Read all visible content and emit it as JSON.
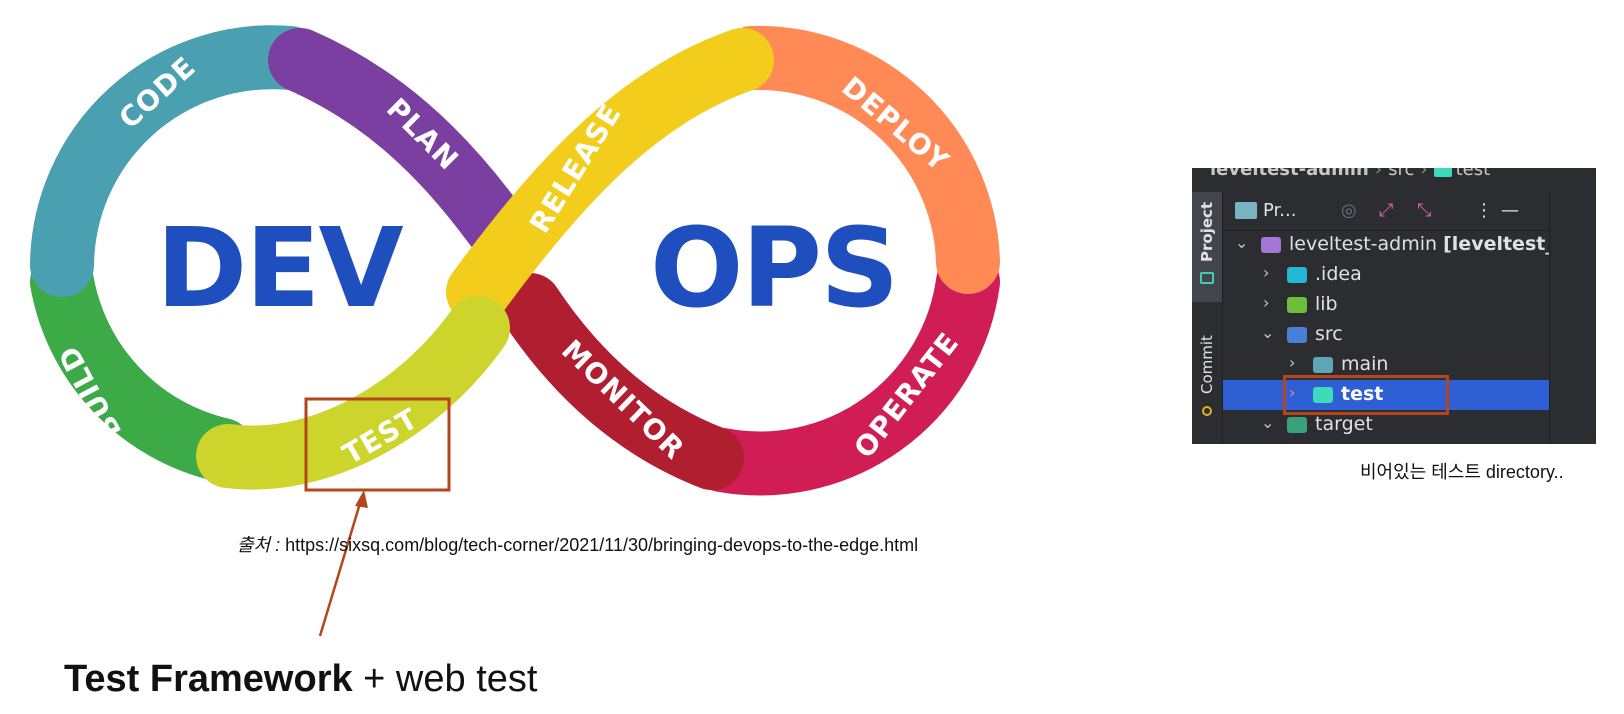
{
  "diagram": {
    "segments": [
      "CODE",
      "PLAN",
      "RELEASE",
      "DEPLOY",
      "BUILD",
      "TEST",
      "MONITOR",
      "OPERATE"
    ],
    "left_word": "DEV",
    "right_word": "OPS",
    "colors": {
      "code": "#4a9fb0",
      "plan": "#7a3fa0",
      "release": "#f2cd1c",
      "deploy": "#ff8a55",
      "build": "#3daa48",
      "test": "#cdd42c",
      "monitor": "#b01e2f",
      "operate": "#d01d55",
      "word": "#1f4fbf",
      "highlight": "#b5451b"
    }
  },
  "source": {
    "prefix": "출처 :",
    "url": "https://sixsq.com/blog/tech-corner/2021/11/30/bringing-devops-to-the-edge.html"
  },
  "bottom_title": {
    "bold": "Test Framework",
    "rest": " + web test"
  },
  "ide": {
    "breadcrumb": [
      "leveltest-admin",
      "src",
      "test"
    ],
    "stripe_tabs": [
      "Project",
      "Commit"
    ],
    "toolbar": {
      "title": "Pr...",
      "icons": [
        "target-icon",
        "expand-icon",
        "collapse-icon",
        "more-icon",
        "minimize-icon"
      ]
    },
    "tree": [
      {
        "name": "leveltest-admin",
        "suffix": "[leveltest_",
        "level": 0,
        "arrow": "open",
        "icon": "module-folder-icon",
        "selected": false
      },
      {
        "name": ".idea",
        "suffix": "",
        "level": 1,
        "arrow": "closed",
        "icon": "idea-folder-icon",
        "selected": false
      },
      {
        "name": "lib",
        "suffix": "",
        "level": 1,
        "arrow": "closed",
        "icon": "lib-folder-icon",
        "selected": false
      },
      {
        "name": "src",
        "suffix": "",
        "level": 1,
        "arrow": "open",
        "icon": "source-folder-icon",
        "selected": false
      },
      {
        "name": "main",
        "suffix": "",
        "level": 2,
        "arrow": "closed",
        "icon": "folder-icon",
        "selected": false
      },
      {
        "name": "test",
        "suffix": "",
        "level": 2,
        "arrow": "closed",
        "icon": "test-folder-icon",
        "selected": true
      },
      {
        "name": "target",
        "suffix": "",
        "level": 1,
        "arrow": "open",
        "icon": "target-folder-icon",
        "selected": false
      }
    ],
    "colors": {
      "bg": "#2b2d30",
      "selection": "#2e5fd4",
      "highlight": "#b5451b"
    }
  },
  "caption": "비어있는 테스트 directory.."
}
